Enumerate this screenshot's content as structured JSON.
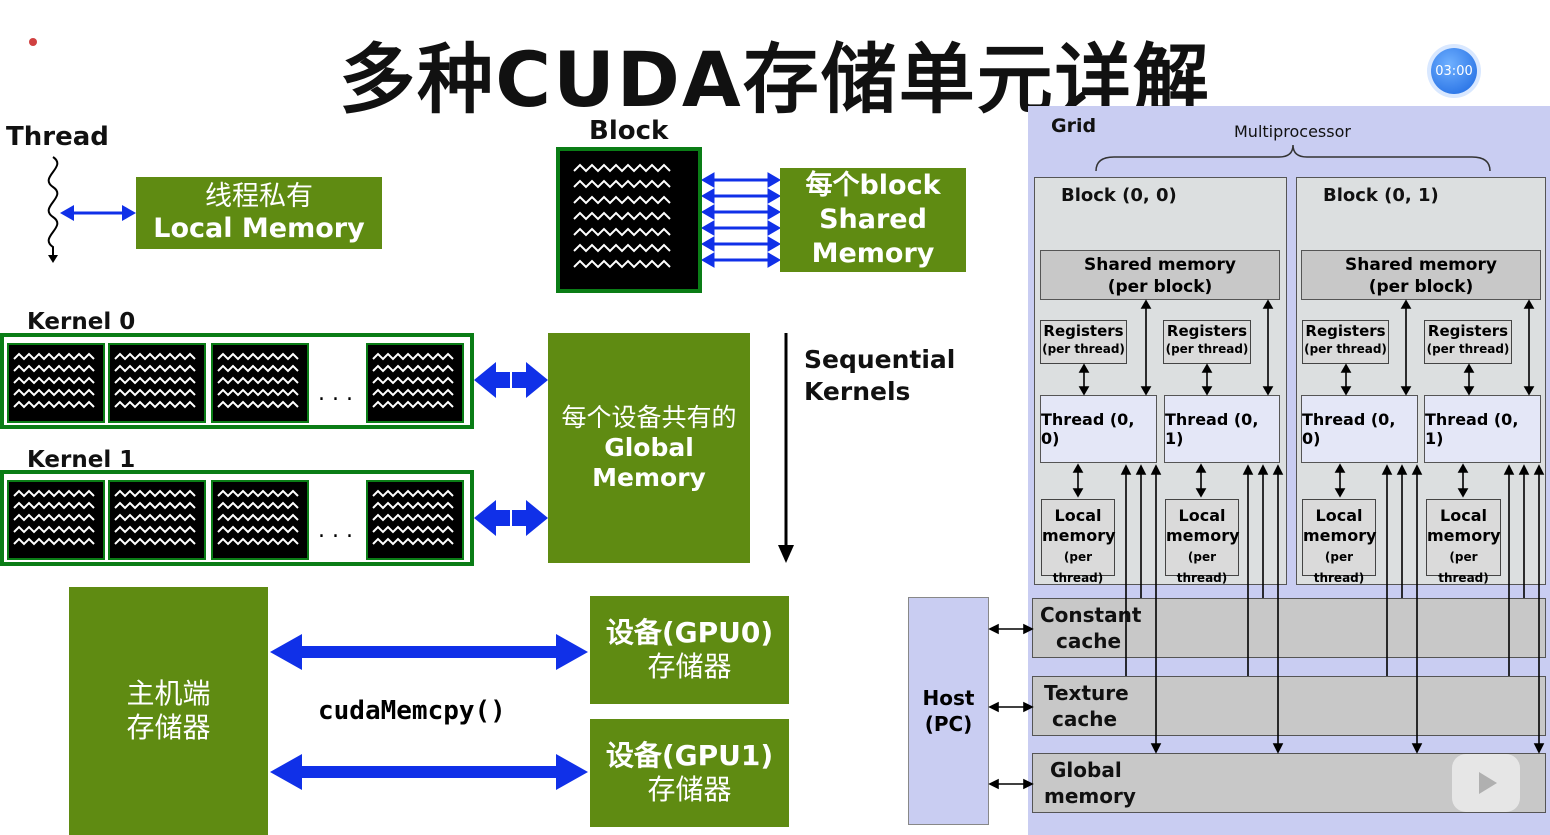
{
  "title": "多种CUDA存储单元详解",
  "timer": "03:00",
  "thread_section": {
    "thread_label": "Thread",
    "local_mem_line1": "线程私有",
    "local_mem_line2": "Local Memory"
  },
  "block_section": {
    "block_label": "Block",
    "shared_line1": "每个block",
    "shared_line2": "Shared",
    "shared_line3": "Memory"
  },
  "kernel_section": {
    "kernel0_label": "Kernel 0",
    "kernel1_label": "Kernel 1",
    "ellipsis": ". . .",
    "global_line1": "每个设备共有的",
    "global_line2": "Global",
    "global_line3": "Memory",
    "sequential_line1": "Sequential",
    "sequential_line2": "Kernels"
  },
  "host_section": {
    "host_line1": "主机端",
    "host_line2": "存储器",
    "memcpy": "cudaMemcpy()",
    "gpu0_line1": "设备(GPU0)",
    "gpu0_line2": "存储器",
    "gpu1_line1": "设备(GPU1)",
    "gpu1_line2": "存储器"
  },
  "grid_diagram": {
    "grid_label": "Grid",
    "multiprocessor_label": "Multiprocessor",
    "blocks": [
      {
        "label": "Block (0, 0)",
        "shared_line1": "Shared memory",
        "shared_line2": "(per block)",
        "threads": [
          {
            "reg": "Registers",
            "reg_sub": "(per thread)",
            "label": "Thread (0, 0)",
            "loc1": "Local",
            "loc2": "memory",
            "loc3": "(per thread)"
          },
          {
            "reg": "Registers",
            "reg_sub": "(per thread)",
            "label": "Thread (0, 1)",
            "loc1": "Local",
            "loc2": "memory",
            "loc3": "(per thread)"
          }
        ]
      },
      {
        "label": "Block (0, 1)",
        "shared_line1": "Shared memory",
        "shared_line2": "(per block)",
        "threads": [
          {
            "reg": "Registers",
            "reg_sub": "(per thread)",
            "label": "Thread (0, 0)",
            "loc1": "Local",
            "loc2": "memory",
            "loc3": "(per thread)"
          },
          {
            "reg": "Registers",
            "reg_sub": "(per thread)",
            "label": "Thread (0, 1)",
            "loc1": "Local",
            "loc2": "memory",
            "loc3": "(per thread)"
          }
        ]
      }
    ],
    "host_line1": "Host",
    "host_line2": "(PC)",
    "constant_line1": "Constant",
    "constant_line2": "cache",
    "texture_line1": "Texture",
    "texture_line2": "cache",
    "global_line1": "Global",
    "global_line2": "memory"
  },
  "colors": {
    "green": "#5f8b12",
    "arrow_blue": "#1030e8",
    "grid_bg": "#c9cdf2"
  }
}
